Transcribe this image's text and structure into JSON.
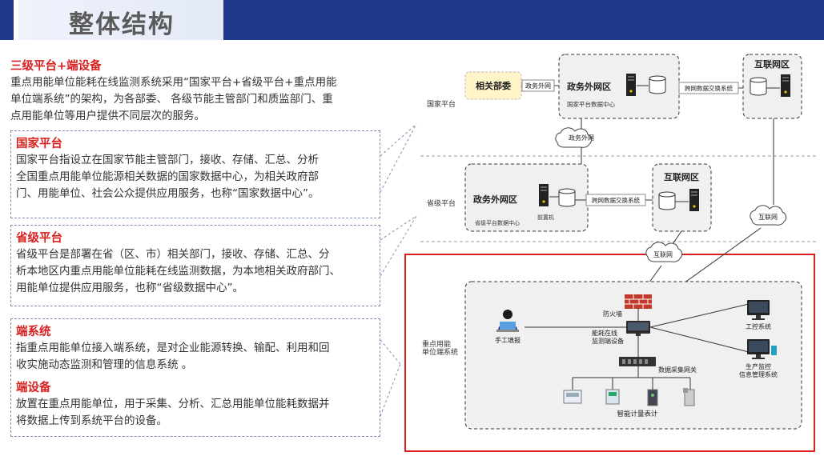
{
  "header": {
    "title": "整体结构"
  },
  "text": {
    "intro": {
      "title": "三级平台+端设备",
      "lines": [
        "重点用能单位能耗在线监测系统采用“国家平台+省级平台+重点用能",
        "单位端系统”的架构，为各部委、 各级节能主管部门和质监部门、重",
        "点用能单位等用户提供不同层次的服务。"
      ]
    },
    "national": {
      "title": "国家平台",
      "lines": [
        "国家平台指设立在国家节能主管部门，接收、存储、汇总、分析",
        "全国重点用能单位能源相关数据的国家数据中心，为相关政府部",
        "门、用能单位、社会公众提供应用服务，也称“国家数据中心”。"
      ]
    },
    "provincial": {
      "title": "省级平台",
      "lines": [
        "省级平台是部署在省（区、市）相关部门，接收、存储、汇总、分",
        "析本地区内重点用能单位能耗在线监测数据，为本地相关政府部门、",
        "用能单位提供应用服务，也称“省级数据中心”。"
      ]
    },
    "endsys": {
      "title": "端系统",
      "lines": [
        "指重点用能单位接入端系统，是对企业能源转换、输配、利用和回",
        "收实施动态监测和管理的信息系统 。"
      ]
    },
    "enddev": {
      "title": "端设备",
      "lines": [
        "放置在重点用能单位，用于采集、分析、汇总用能单位能耗数据并",
        "将数据上传到系统平台的设备。"
      ]
    }
  },
  "diagram": {
    "row_national": "国家平台",
    "row_provincial": "省级平台",
    "row_unit": "重点用能\n单位端系统",
    "related_dept": "相关部委",
    "gov_ext": "政务外网",
    "gov_ext_zone": "政务外网区",
    "nat_dc": "国家平台数据中心",
    "cross_exchange": "跨网数据交换系统",
    "internet_zone": "互联网区",
    "internet": "互联网",
    "prov_dc": "省级平台数据中心",
    "front_machine": "前置机",
    "firewall": "防火墙",
    "manual": "手工填报",
    "monitor_dev": "能耗在线\n监测端设备",
    "gateway": "数据采集网关",
    "meters": "智能计量表计",
    "ctrl_sys": "工控系统",
    "prod_sys": "生产监控\n信息管理系统"
  },
  "colors": {
    "accent": "#d8201f",
    "brand": "#1f3a8c"
  }
}
